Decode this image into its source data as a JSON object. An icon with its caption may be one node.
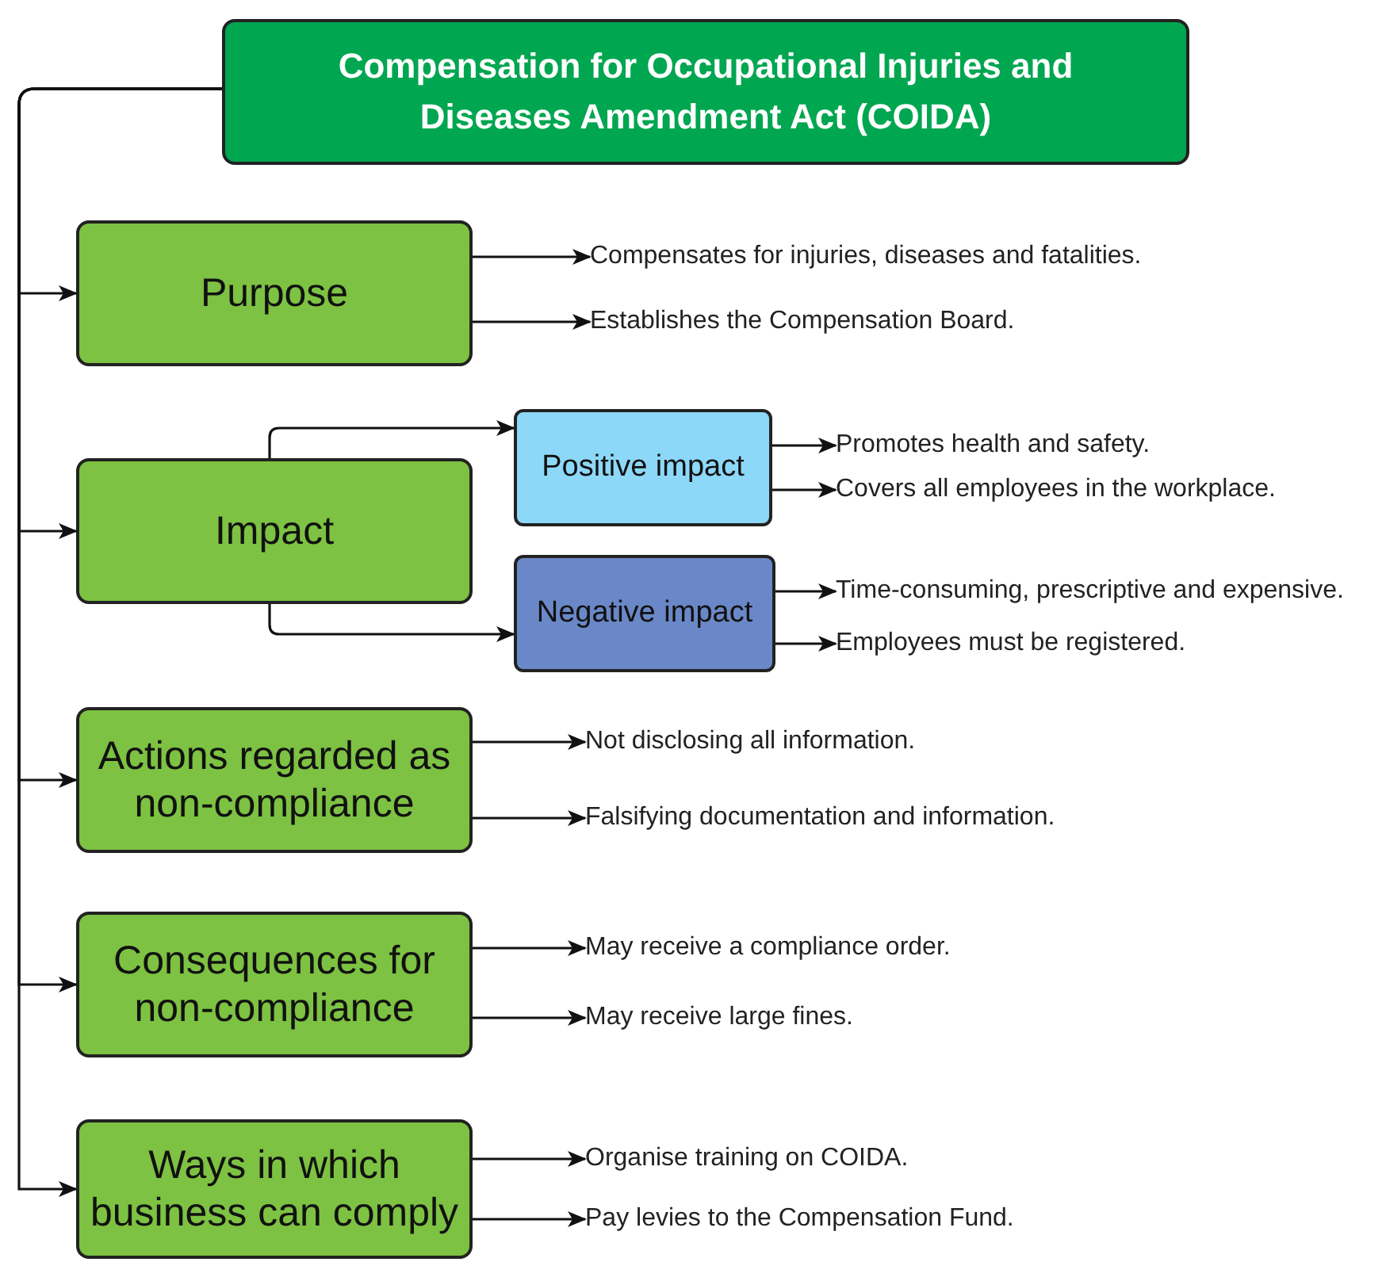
{
  "diagram": {
    "nodes": [
      {
        "text": [
          "Compensation for Occupational Injuries and Diseases Amendment Act (COIDA)"
        ]
      },
      {
        "text": [
          "Purpose"
        ]
      },
      {
        "text": [
          "Compensates for injuries, diseases and fatalities."
        ]
      },
      {
        "text": [
          "Establishes the Compensation Board."
        ]
      },
      {
        "text": [
          "Impact"
        ]
      },
      {
        "text": [
          "Positive impact"
        ]
      },
      {
        "text": [
          "Negative impact"
        ]
      },
      {
        "text": [
          "Promotes health and safety."
        ]
      },
      {
        "text": [
          "Covers all employees in the workplace."
        ]
      },
      {
        "text": [
          "Time-consuming, prescriptive and expensive."
        ]
      },
      {
        "text": [
          "Employees must be registered."
        ]
      },
      {
        "text": [
          "Actions regarded as non-compliance"
        ]
      },
      {
        "text": [
          "Not disclosing all information."
        ]
      },
      {
        "text": [
          "Falsifying documentation and information."
        ]
      },
      {
        "text": [
          "Consequences for non-compliance"
        ]
      },
      {
        "text": [
          "May receive a compliance order."
        ]
      },
      {
        "text": [
          "May receive large fines."
        ]
      },
      {
        "text": [
          "Ways in which business can comply"
        ]
      },
      {
        "text": [
          "Organise training on COIDA."
        ]
      },
      {
        "text": [
          "Pay levies to the Compensation Fund."
        ]
      }
    ],
    "edges": [
      {
        "from": 0,
        "to": 1,
        "arrow": "to"
      },
      {
        "from": 0,
        "to": 4,
        "arrow": "to"
      },
      {
        "from": 0,
        "to": 11,
        "arrow": "to"
      },
      {
        "from": 0,
        "to": 14,
        "arrow": "to"
      },
      {
        "from": 0,
        "to": 17,
        "arrow": "to"
      },
      {
        "from": 1,
        "to": 2,
        "arrow": "to"
      },
      {
        "from": 1,
        "to": 3,
        "arrow": "to"
      },
      {
        "from": 4,
        "to": 5,
        "arrow": "to"
      },
      {
        "from": 4,
        "to": 6,
        "arrow": "to"
      },
      {
        "from": 5,
        "to": 7,
        "arrow": "to"
      },
      {
        "from": 5,
        "to": 8,
        "arrow": "to"
      },
      {
        "from": 6,
        "to": 9,
        "arrow": "to"
      },
      {
        "from": 6,
        "to": 10,
        "arrow": "to"
      },
      {
        "from": 11,
        "to": 12,
        "arrow": "to"
      },
      {
        "from": 11,
        "to": 13,
        "arrow": "to"
      },
      {
        "from": 14,
        "to": 15,
        "arrow": "to"
      },
      {
        "from": 14,
        "to": 16,
        "arrow": "to"
      },
      {
        "from": 17,
        "to": 18,
        "arrow": "to"
      },
      {
        "from": 17,
        "to": 19,
        "arrow": "to"
      }
    ]
  }
}
